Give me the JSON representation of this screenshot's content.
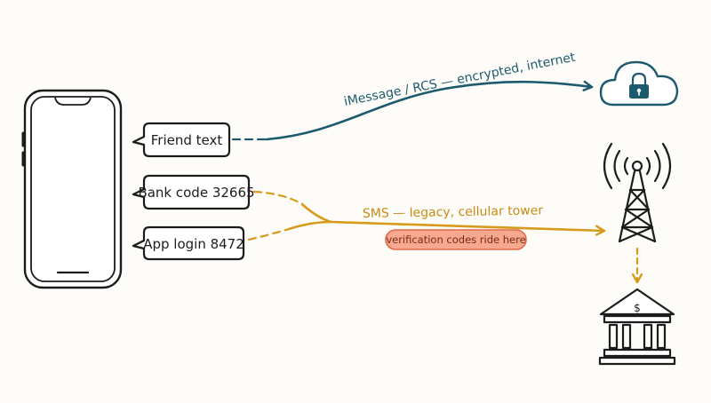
{
  "messages": [
    {
      "text": "Friend text",
      "channel": "imessage"
    },
    {
      "text": "Bank code 32665",
      "channel": "sms"
    },
    {
      "text": "App login 8472",
      "channel": "sms"
    }
  ],
  "channels": {
    "imessage": {
      "label": "iMessage / RCS — encrypted, internet",
      "color": "#1d5a6e"
    },
    "sms": {
      "label": "SMS — legacy, cellular tower",
      "color": "#d89a1c"
    }
  },
  "highlight": {
    "text": "verification codes ride here",
    "fill": "#f6a98f"
  },
  "icons": {
    "phone": "smartphone-icon",
    "cloud": "cloud-lock-icon",
    "tower": "cell-tower-icon",
    "bank": "bank-icon"
  }
}
